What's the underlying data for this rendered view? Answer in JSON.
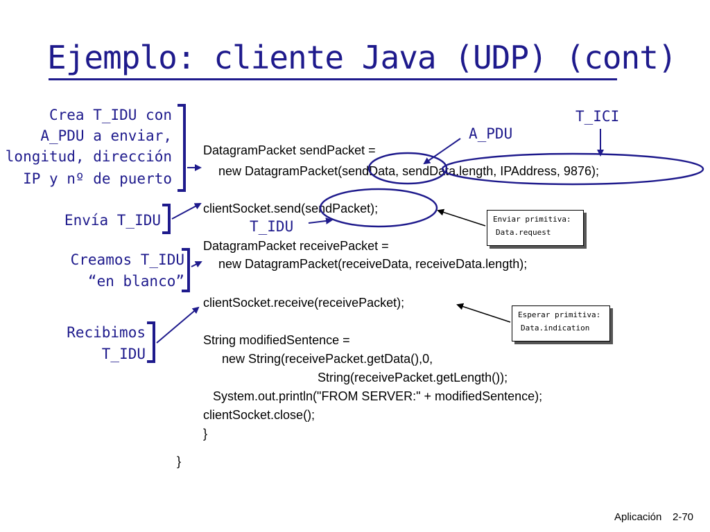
{
  "slide": {
    "title": "Ejemplo: cliente Java (UDP) (cont)",
    "footer": {
      "section": "Aplicación",
      "page": "2-70"
    }
  },
  "notes": {
    "crea": [
      "Crea T_IDU con",
      "A_PDU a enviar,",
      "longitud, dirección",
      "IP y nº de puerto"
    ],
    "envia": "Envía T_IDU",
    "creamos": [
      "Creamos T_IDU",
      "“en blanco”"
    ],
    "recibimos": [
      "Recibimos",
      "T_IDU"
    ]
  },
  "labels": {
    "tici": "T_ICI",
    "apdu": "A_PDU",
    "tidu": "T_IDU"
  },
  "boxes": {
    "enviar": [
      "Enviar primitiva:",
      "Data.request"
    ],
    "esperar": [
      "Esperar primitiva:",
      "Data.indication"
    ]
  },
  "code": {
    "l1": "DatagramPacket sendPacket =",
    "l2": "new DatagramPacket(sendData, sendData.length, IPAddress, 9876);",
    "l3": "clientSocket.send(sendPacket);",
    "l4": "DatagramPacket receivePacket =",
    "l5": "new DatagramPacket(receiveData, receiveData.length);",
    "l6": "clientSocket.receive(receivePacket);",
    "l7": "String modifiedSentence =",
    "l8": "new String(receivePacket.getData(),0,",
    "l9": "String(receivePacket.getLength());",
    "l10": "System.out.println(\"FROM SERVER:\" + modifiedSentence);",
    "l11": "clientSocket.close();",
    "l12": "}",
    "l13": "}"
  },
  "colors": {
    "accent": "#1e1a8c"
  }
}
